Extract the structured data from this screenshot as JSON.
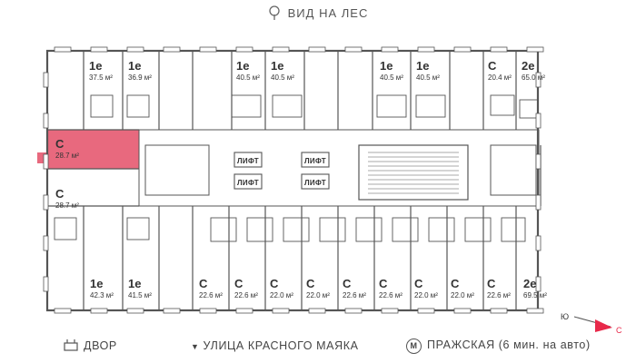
{
  "header": {
    "view_label": "ВИД НА ЛЕС"
  },
  "units": {
    "top": [
      {
        "type": "1e",
        "area": "37.5 м²"
      },
      {
        "type": "1e",
        "area": "36.9 м²"
      },
      {
        "type": "1e",
        "area": "40.5 м²"
      },
      {
        "type": "1e",
        "area": "40.5 м²"
      },
      {
        "type": "1e",
        "area": "40.5 м²"
      },
      {
        "type": "1e",
        "area": "40.5 м²"
      },
      {
        "type": "С",
        "area": "20.4 м²"
      },
      {
        "type": "2e",
        "area": "65.0 м²"
      }
    ],
    "left": [
      {
        "type": "С",
        "area": "28.7 м²",
        "highlighted": true
      },
      {
        "type": "С",
        "area": "28.7 м²",
        "highlighted": false
      }
    ],
    "bottom": [
      {
        "type": "1e",
        "area": "42.3 м²"
      },
      {
        "type": "1e",
        "area": "41.5 м²"
      },
      {
        "type": "С",
        "area": "22.6 м²"
      },
      {
        "type": "С",
        "area": "22.6 м²"
      },
      {
        "type": "С",
        "area": "22.0 м²"
      },
      {
        "type": "С",
        "area": "22.0 м²"
      },
      {
        "type": "С",
        "area": "22.6 м²"
      },
      {
        "type": "С",
        "area": "22.6 м²"
      },
      {
        "type": "С",
        "area": "22.0 м²"
      },
      {
        "type": "С",
        "area": "22.0 м²"
      },
      {
        "type": "С",
        "area": "22.6 м²"
      },
      {
        "type": "2e",
        "area": "69.5 м²"
      }
    ]
  },
  "lifts": [
    "ЛИФТ",
    "ЛИФТ",
    "ЛИФТ",
    "ЛИФТ"
  ],
  "compass": {
    "south": "Ю",
    "north": "С"
  },
  "footer": {
    "yard": "ДВОР",
    "street": "УЛИЦА КРАСНОГО МАЯКА",
    "metro_letter": "М",
    "metro": "ПРАЖСКАЯ (6 мин. на авто)"
  },
  "colors": {
    "highlight": "#e8697e",
    "wall": "#555555",
    "accent": "#e8294a"
  }
}
